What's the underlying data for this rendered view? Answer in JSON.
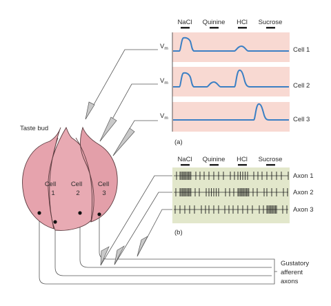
{
  "figure": {
    "taste_bud_label": "Taste bud",
    "cells": [
      {
        "line1": "Cell",
        "line2": "1"
      },
      {
        "line1": "Cell",
        "line2": "2"
      },
      {
        "line1": "Cell",
        "line2": "3"
      }
    ],
    "stimuli": [
      "NaCl",
      "Quinine",
      "HCl",
      "Sucrose"
    ],
    "panel_a": {
      "label": "(a)",
      "vm_label": "V",
      "vm_subscript": "m",
      "traces": [
        {
          "label": "Cell 1",
          "responses": {
            "NaCl": "large",
            "Quinine": "none",
            "HCl": "small",
            "Sucrose": "none"
          }
        },
        {
          "label": "Cell 2",
          "responses": {
            "NaCl": "large",
            "Quinine": "small",
            "HCl": "large",
            "Sucrose": "none"
          }
        },
        {
          "label": "Cell 3",
          "responses": {
            "NaCl": "none",
            "Quinine": "none",
            "HCl": "none",
            "Sucrose": "large"
          }
        }
      ]
    },
    "panel_b": {
      "label": "(b)",
      "axons": [
        {
          "label": "Axon 1"
        },
        {
          "label": "Axon 2"
        },
        {
          "label": "Axon 3"
        }
      ]
    },
    "gustatory_label_lines": [
      "Gustatory",
      "afferent",
      "axons"
    ],
    "colors": {
      "panel_a_bg": "#f8d9d2",
      "panel_b_bg": "#e2e7cb",
      "trace": "#3a7fc4",
      "bud_fill": "#e6a3ad",
      "bud_edge": "#5a3a3e"
    }
  }
}
